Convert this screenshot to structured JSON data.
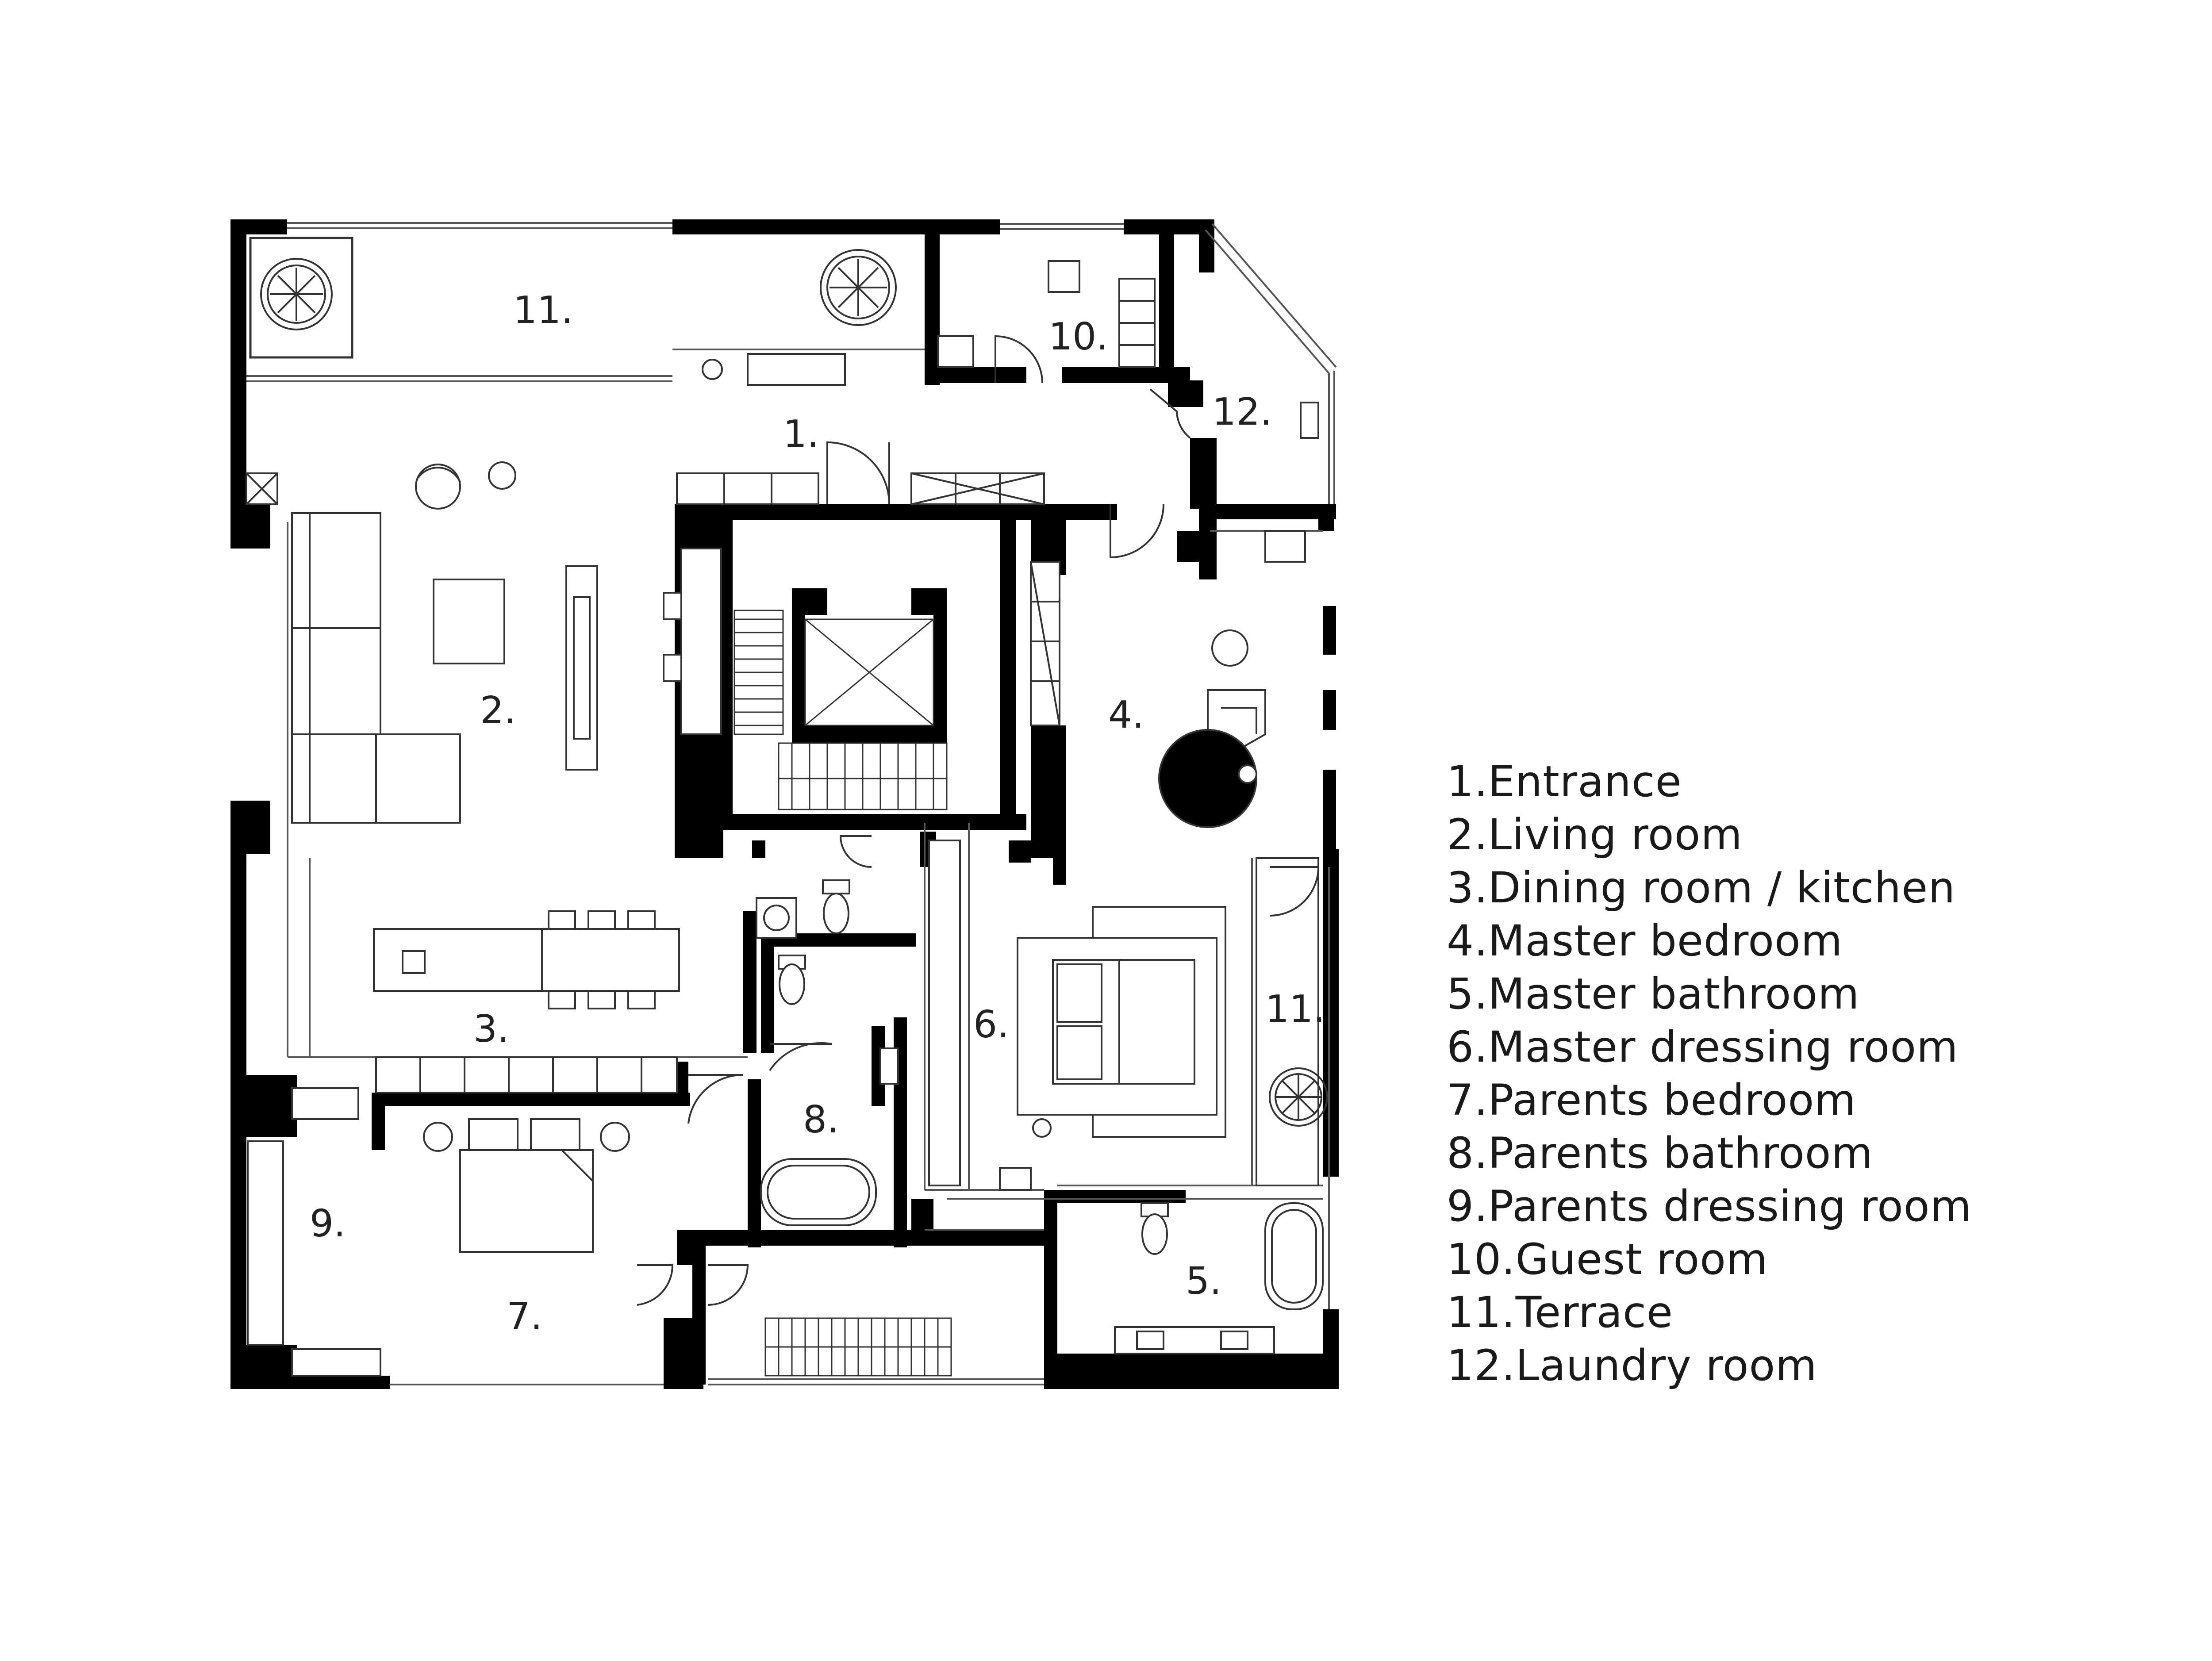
{
  "colors": {
    "wall": "#000000",
    "line": "#444444",
    "text": "#1a1a1a",
    "background": "#ffffff"
  },
  "rooms": {
    "r1": {
      "label": "1."
    },
    "r2": {
      "label": "2."
    },
    "r3": {
      "label": "3."
    },
    "r4": {
      "label": "4."
    },
    "r5": {
      "label": "5."
    },
    "r6": {
      "label": "6."
    },
    "r7": {
      "label": "7."
    },
    "r8": {
      "label": "8."
    },
    "r9": {
      "label": "9."
    },
    "r10": {
      "label": "10."
    },
    "r11a": {
      "label": "11."
    },
    "r11b": {
      "label": "11."
    },
    "r12": {
      "label": "12."
    }
  },
  "legend": [
    "1.Entrance",
    "2.Living room",
    "3.Dining room / kitchen",
    "4.Master bedroom",
    "5.Master bathroom",
    "6.Master dressing room",
    "7.Parents bedroom",
    "8.Parents bathroom",
    "9.Parents dressing room",
    "10.Guest room",
    "11.Terrace",
    "12.Laundry room"
  ],
  "icons": [
    "tree-icon",
    "armchair-icon",
    "sofa-icon",
    "bed-icon",
    "bathtub-icon",
    "toilet-icon",
    "sink-icon",
    "stair-icon",
    "door-icon"
  ]
}
